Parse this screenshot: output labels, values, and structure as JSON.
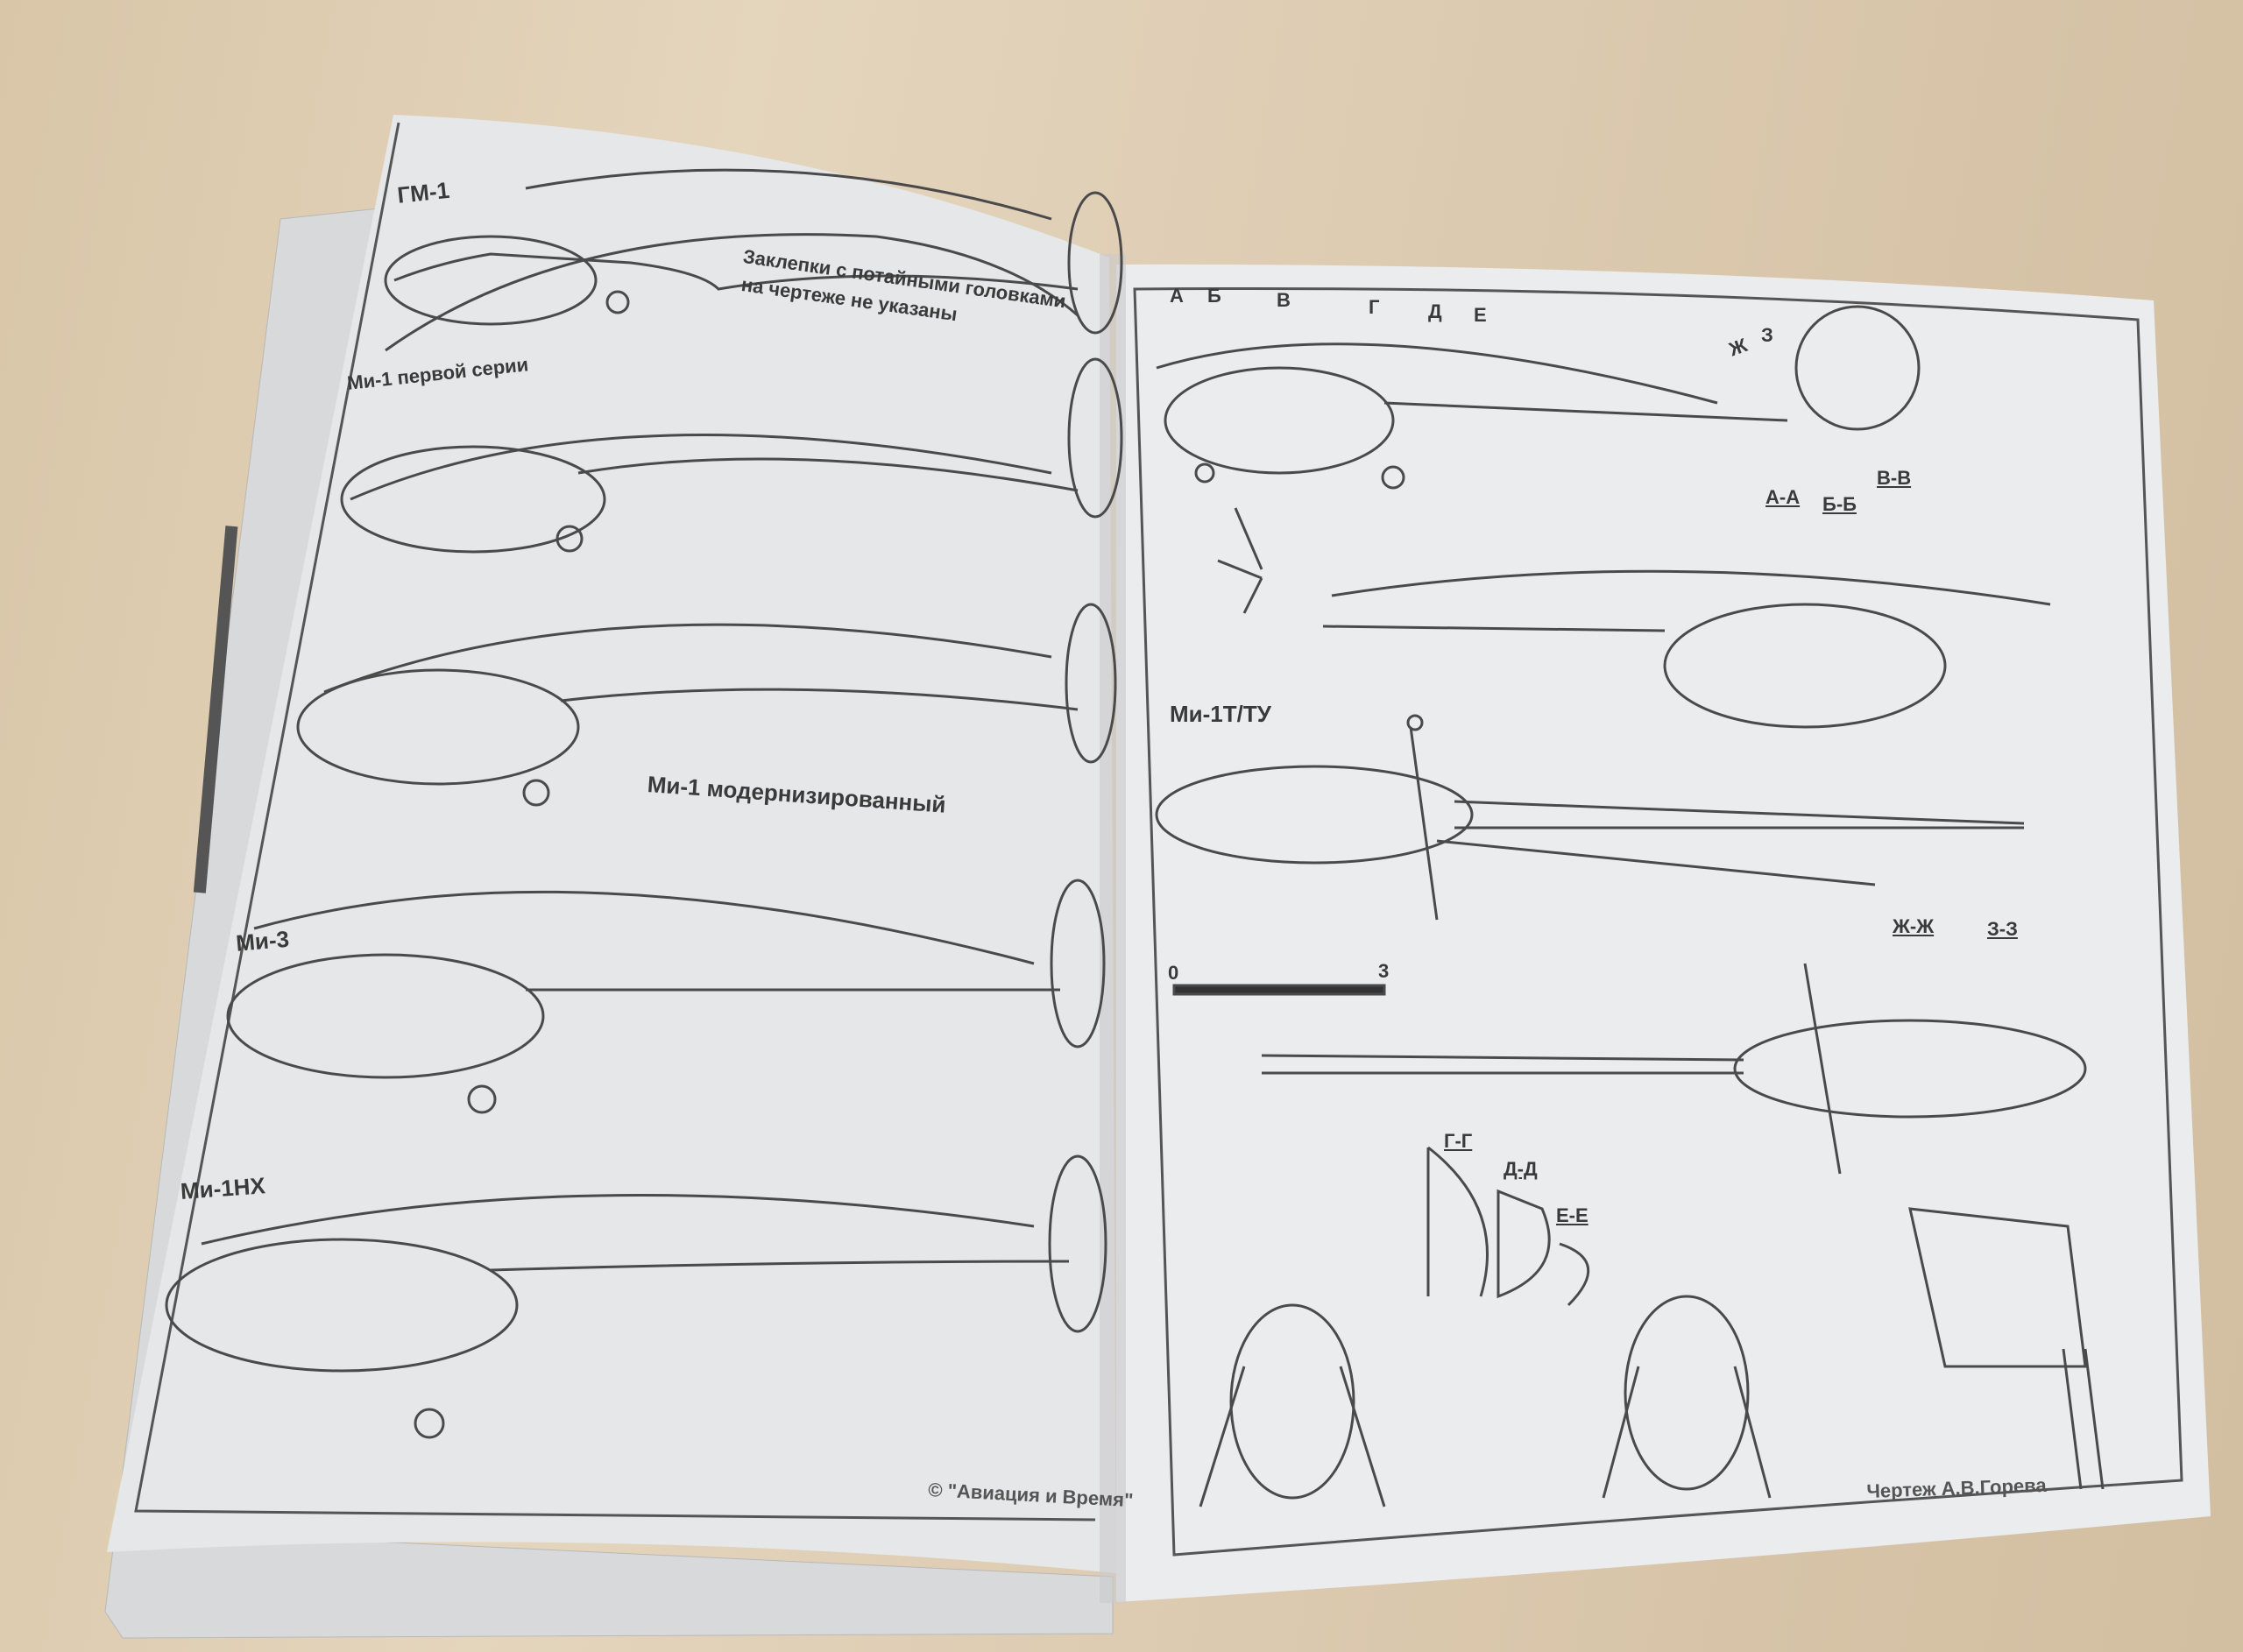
{
  "left_page": {
    "labels": {
      "gm1": "ГМ-1",
      "note_line1": "Заклепки с потайными головками",
      "note_line2": "на чертеже не указаны",
      "mi1_first": "Ми-1 первой серии",
      "mi1_mod": "Ми-1 модернизированный",
      "mi3": "Ми-3",
      "mi1nh": "Ми-1НХ"
    },
    "copyright": "© \"Авиация и Время\""
  },
  "right_page": {
    "section_marks": [
      "А",
      "Б",
      "В",
      "Г",
      "Д",
      "Е",
      "Ж",
      "З"
    ],
    "sections_top": [
      "А-А",
      "Б-Б",
      "В-В"
    ],
    "variant_label": "Ми-1Т/ТУ",
    "scale": {
      "start": "0",
      "end": "3"
    },
    "sections_mid": [
      "Ж-Ж",
      "З-З"
    ],
    "sections_bottom": [
      "Г-Г",
      "Д-Д",
      "Е-Е"
    ],
    "credit": "Чертеж А.В.Горева"
  },
  "colors": {
    "paper": "#e9eaeb",
    "ink": "#4a4a4a",
    "table": "#dcc8aa"
  }
}
